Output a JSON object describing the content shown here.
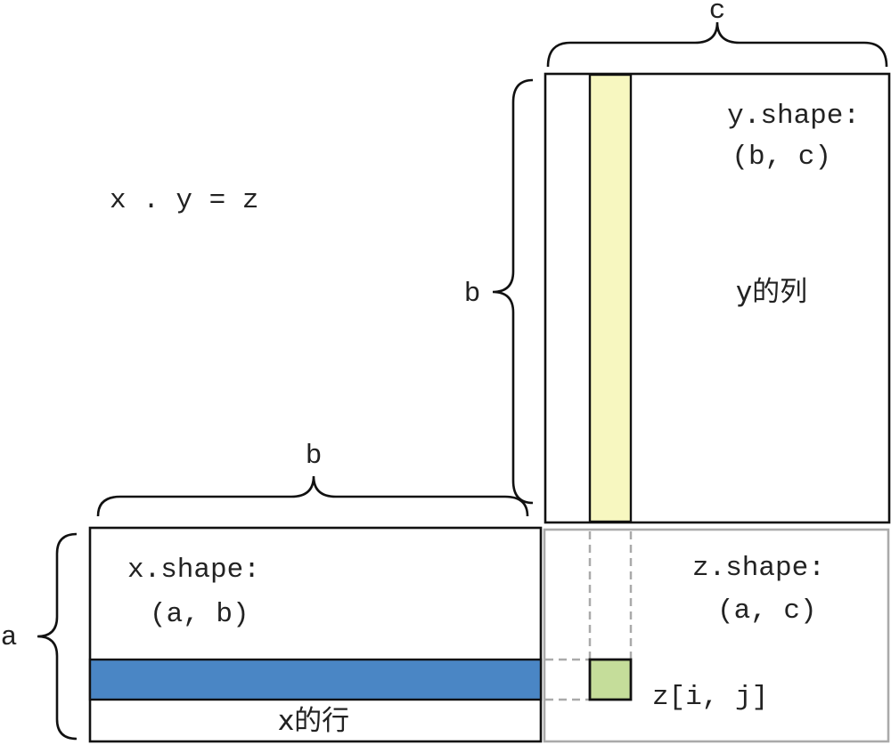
{
  "equation": "x . y = z",
  "matrices": {
    "x": {
      "shape_label": "x.shape:",
      "shape_value": "(a, b)",
      "highlight_label": "x的行"
    },
    "y": {
      "shape_label": "y.shape:",
      "shape_value": "(b, c)",
      "highlight_label": "y的列"
    },
    "z": {
      "shape_label": "z.shape:",
      "shape_value": "(a, c)",
      "element_label": "z[i, j]"
    }
  },
  "dimensions": {
    "y_cols": "c",
    "y_rows": "b",
    "x_cols": "b",
    "x_rows": "a"
  },
  "colors": {
    "row_highlight": "#4a86c5",
    "col_highlight": "#f7f7c0",
    "element_highlight": "#c5dd9a",
    "z_border": "#aaaaaa"
  }
}
